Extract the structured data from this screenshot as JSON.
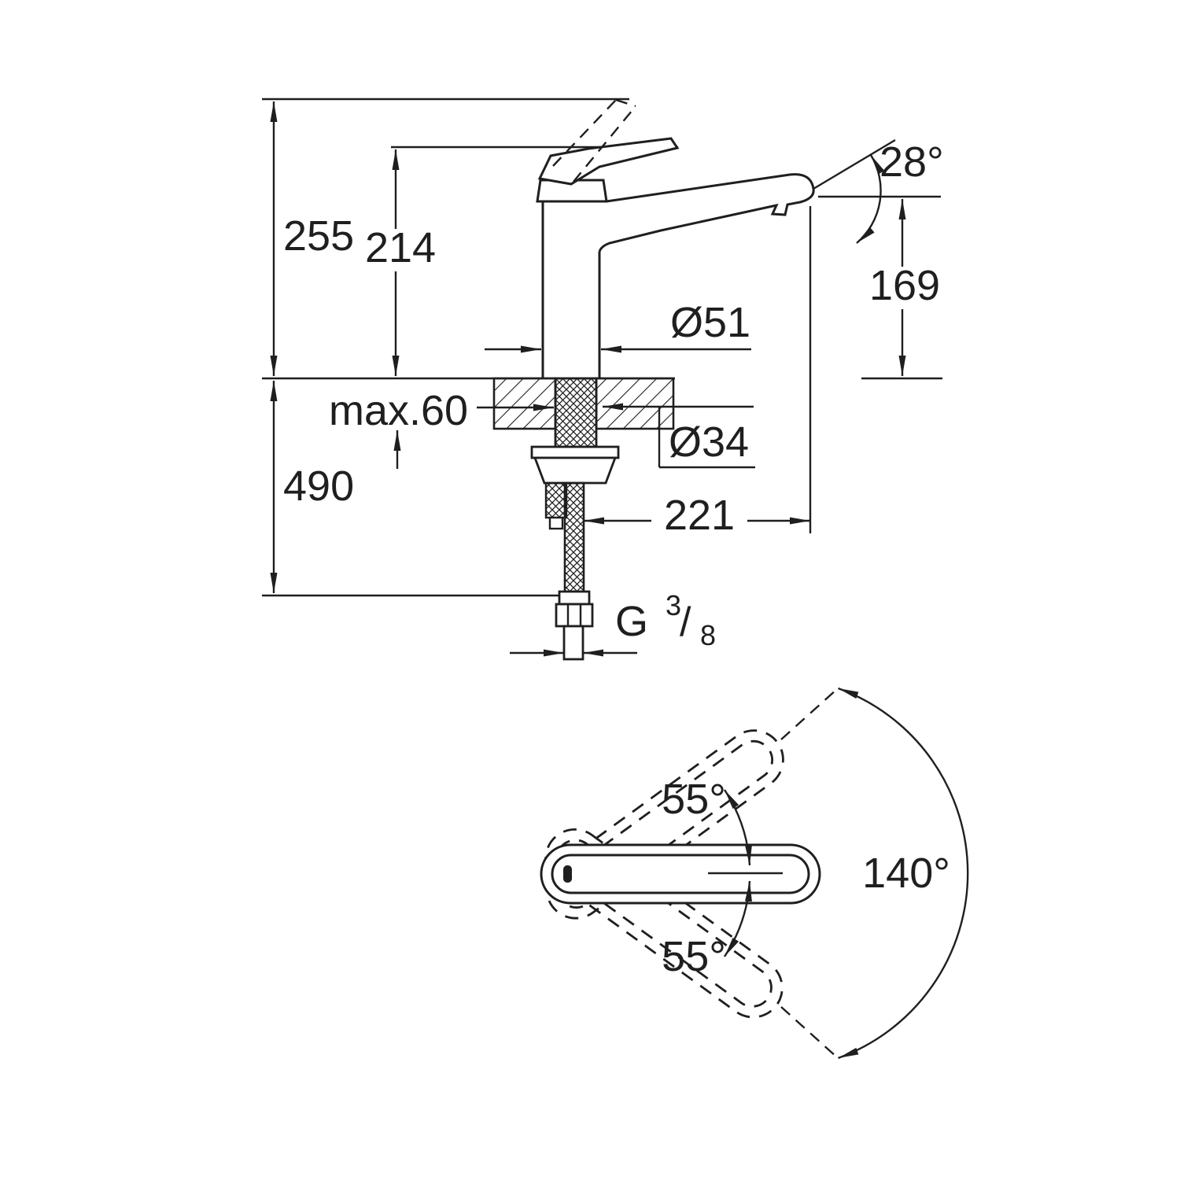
{
  "colors": {
    "line": "#1f1f1f",
    "background": "#ffffff"
  },
  "side_view": {
    "total_height": "255",
    "height_to_handle": "214",
    "outlet_height": "169",
    "spout_angle": "28°",
    "body_diameter": "Ø51",
    "max_counter_thickness": "max.60",
    "hole_diameter": "Ø34",
    "under_counter_length": "490",
    "spout_reach": "221",
    "thread": {
      "prefix": "G",
      "numerator": "3",
      "slash": "/",
      "denominator": "8"
    }
  },
  "top_view": {
    "swivel_upper": "55°",
    "swivel_lower": "55°",
    "swivel_total": "140°"
  }
}
